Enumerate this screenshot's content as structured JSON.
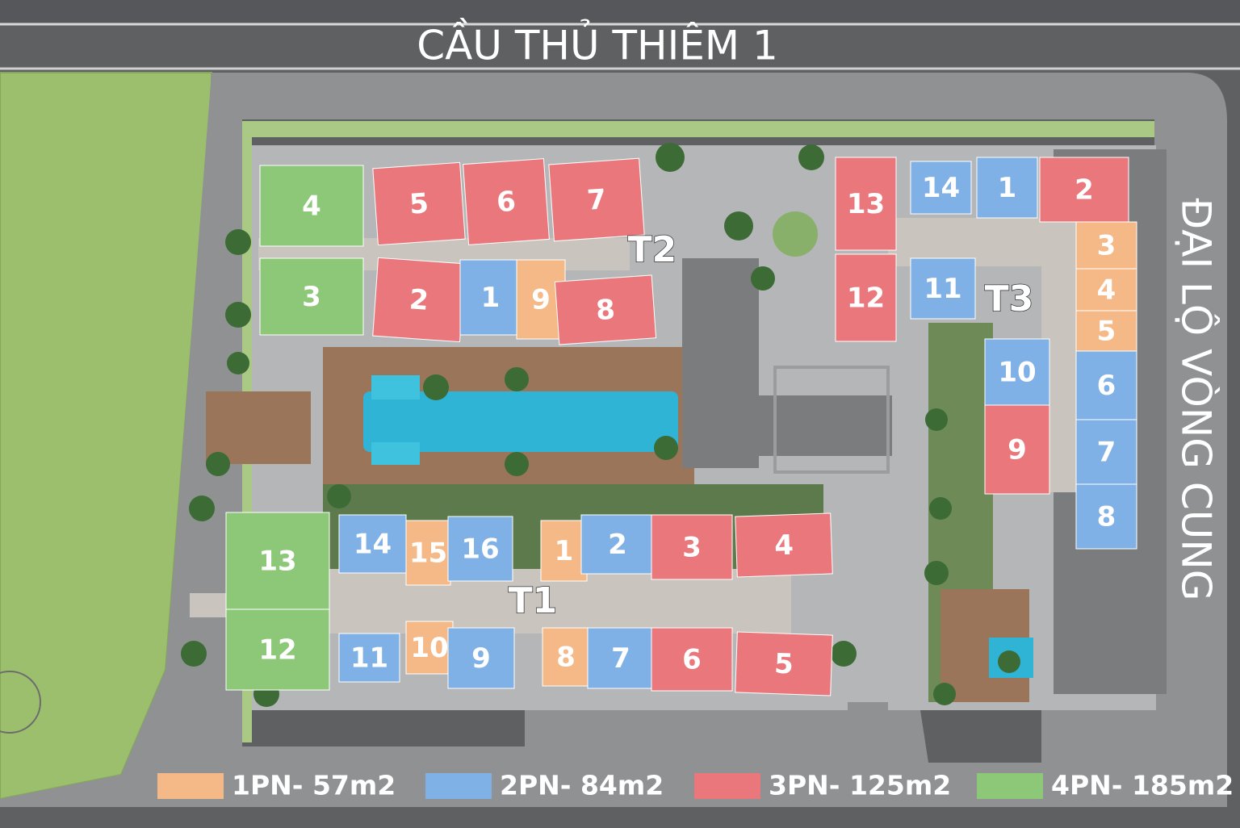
{
  "map": {
    "road_top": "CẦU THỦ THIÊM 1",
    "road_right": "ĐẠI LỘ VÒNG CUNG",
    "towers": [
      {
        "name": "T1"
      },
      {
        "name": "T2"
      },
      {
        "name": "T3"
      }
    ]
  },
  "legend": [
    {
      "type": "1pn",
      "label": "1PN- 57m2",
      "color": "#f5b987"
    },
    {
      "type": "2pn",
      "label": "2PN- 84m2",
      "color": "#7fb0e6"
    },
    {
      "type": "3pn",
      "label": "3PN- 125m2",
      "color": "#ea777b"
    },
    {
      "type": "4pn",
      "label": "4PN- 185m2",
      "color": "#8cc878"
    }
  ],
  "units": {
    "T2": [
      {
        "num": "4",
        "type": "4pn"
      },
      {
        "num": "5",
        "type": "3pn"
      },
      {
        "num": "6",
        "type": "3pn"
      },
      {
        "num": "7",
        "type": "3pn"
      },
      {
        "num": "3",
        "type": "4pn"
      },
      {
        "num": "2",
        "type": "3pn"
      },
      {
        "num": "1",
        "type": "2pn"
      },
      {
        "num": "9",
        "type": "1pn"
      },
      {
        "num": "8",
        "type": "3pn"
      }
    ],
    "T3": [
      {
        "num": "13",
        "type": "3pn"
      },
      {
        "num": "14",
        "type": "2pn"
      },
      {
        "num": "1",
        "type": "2pn"
      },
      {
        "num": "2",
        "type": "3pn"
      },
      {
        "num": "12",
        "type": "3pn"
      },
      {
        "num": "11",
        "type": "2pn"
      },
      {
        "num": "3",
        "type": "1pn"
      },
      {
        "num": "4",
        "type": "1pn"
      },
      {
        "num": "5",
        "type": "1pn"
      },
      {
        "num": "10",
        "type": "2pn"
      },
      {
        "num": "6",
        "type": "2pn"
      },
      {
        "num": "9",
        "type": "3pn"
      },
      {
        "num": "7",
        "type": "2pn"
      },
      {
        "num": "8",
        "type": "2pn"
      }
    ],
    "T1": [
      {
        "num": "13",
        "type": "4pn"
      },
      {
        "num": "14",
        "type": "2pn"
      },
      {
        "num": "15",
        "type": "1pn"
      },
      {
        "num": "16",
        "type": "2pn"
      },
      {
        "num": "1",
        "type": "1pn"
      },
      {
        "num": "2",
        "type": "2pn"
      },
      {
        "num": "3",
        "type": "3pn"
      },
      {
        "num": "4",
        "type": "3pn"
      },
      {
        "num": "12",
        "type": "4pn"
      },
      {
        "num": "11",
        "type": "2pn"
      },
      {
        "num": "10",
        "type": "1pn"
      },
      {
        "num": "9",
        "type": "2pn"
      },
      {
        "num": "8",
        "type": "1pn"
      },
      {
        "num": "7",
        "type": "2pn"
      },
      {
        "num": "6",
        "type": "3pn"
      },
      {
        "num": "5",
        "type": "3pn"
      }
    ]
  }
}
